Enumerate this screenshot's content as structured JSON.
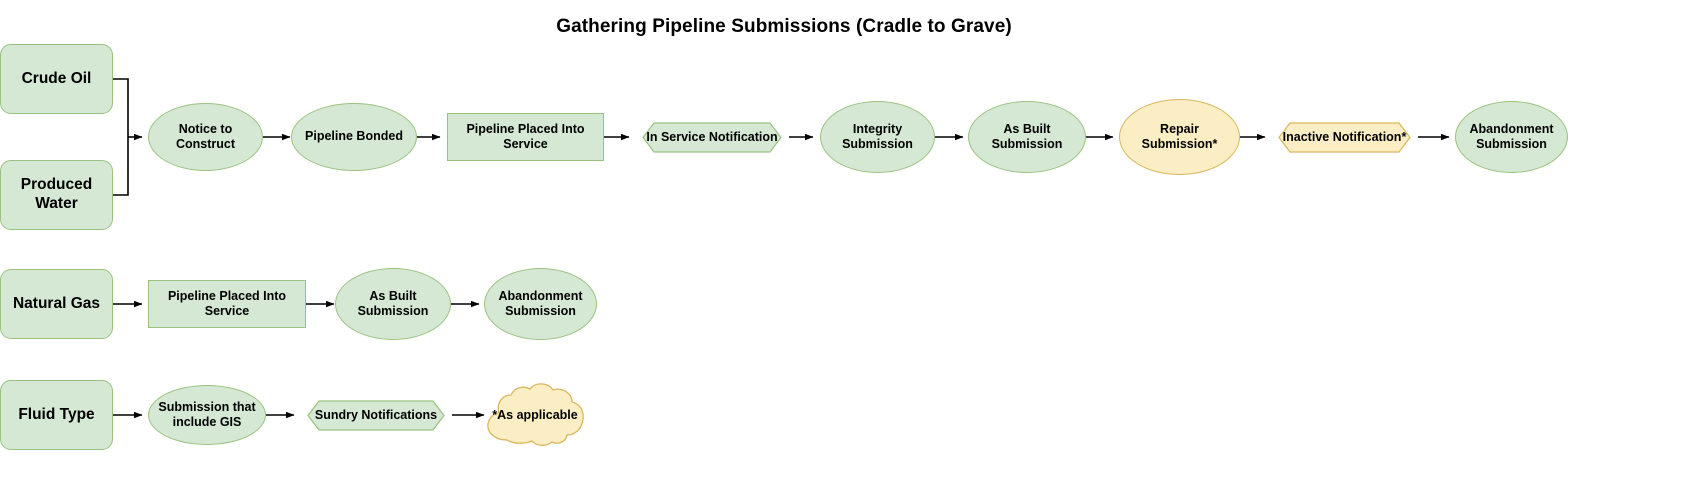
{
  "title": "Gathering Pipeline Submissions (Cradle to Grave)",
  "colors": {
    "green_fill": "#d5e8d4",
    "green_stroke": "#9ac27f",
    "yellow_fill": "#fbeec4",
    "yellow_stroke": "#d9b75e",
    "edge": "#000000",
    "text": "#000000",
    "background": "#ffffff"
  },
  "rows": [
    {
      "name": "crude-oil-and-produced-water-flow",
      "sources": [
        {
          "label": "Crude Oil",
          "shape": "rounded-rect",
          "color": "green"
        },
        {
          "label": "Produced\nWater",
          "shape": "rounded-rect",
          "color": "green"
        }
      ],
      "steps": [
        {
          "label": "Notice to\nConstruct",
          "shape": "ellipse",
          "color": "green"
        },
        {
          "label": "Pipeline Bonded",
          "shape": "ellipse",
          "color": "green"
        },
        {
          "label": "Pipeline Placed Into\nService",
          "shape": "rect",
          "color": "green"
        },
        {
          "label": "In  Service Notification",
          "shape": "hexagon",
          "color": "green"
        },
        {
          "label": "Integrity\nSubmission",
          "shape": "ellipse",
          "color": "green"
        },
        {
          "label": "As Built\nSubmission",
          "shape": "ellipse",
          "color": "green"
        },
        {
          "label": "Repair\nSubmission*",
          "shape": "ellipse",
          "color": "yellow"
        },
        {
          "label": "Inactive Notification*",
          "shape": "hexagon",
          "color": "yellow"
        },
        {
          "label": "Abandonment\nSubmission",
          "shape": "ellipse",
          "color": "green"
        }
      ]
    },
    {
      "name": "natural-gas-flow",
      "sources": [
        {
          "label": "Natural Gas",
          "shape": "rounded-rect",
          "color": "green"
        }
      ],
      "steps": [
        {
          "label": "Pipeline Placed Into\nService",
          "shape": "rect",
          "color": "green"
        },
        {
          "label": "As Built\nSubmission",
          "shape": "ellipse",
          "color": "green"
        },
        {
          "label": "Abandonment\nSubmission",
          "shape": "ellipse",
          "color": "green"
        }
      ]
    },
    {
      "name": "fluid-type-flow",
      "sources": [
        {
          "label": "Fluid Type",
          "shape": "rounded-rect",
          "color": "green"
        }
      ],
      "steps": [
        {
          "label": "Submission that\ninclude GIS",
          "shape": "ellipse",
          "color": "green"
        },
        {
          "label": "Sundry Notifications",
          "shape": "hexagon",
          "color": "green"
        },
        {
          "label": "*As applicable",
          "shape": "cloud",
          "color": "yellow"
        }
      ]
    }
  ],
  "nodes": {
    "crude_oil": "Crude Oil",
    "produced_water": "Produced\nWater",
    "notice_to_construct": "Notice to\nConstruct",
    "pipeline_bonded": "Pipeline Bonded",
    "pipeline_placed_into_service": "Pipeline Placed Into\nService",
    "in_service_notification": "In  Service Notification",
    "integrity_submission": "Integrity\nSubmission",
    "as_built_submission": "As Built\nSubmission",
    "repair_submission": "Repair\nSubmission*",
    "inactive_notification": "Inactive Notification*",
    "abandonment_submission": "Abandonment\nSubmission",
    "natural_gas": "Natural Gas",
    "ng_pipeline_placed_into_service": "Pipeline Placed Into\nService",
    "ng_as_built_submission": "As Built\nSubmission",
    "ng_abandonment_submission": "Abandonment\nSubmission",
    "fluid_type": "Fluid Type",
    "submission_that_include_gis": "Submission that\ninclude GIS",
    "sundry_notifications": "Sundry Notifications",
    "as_applicable": "*As applicable"
  }
}
